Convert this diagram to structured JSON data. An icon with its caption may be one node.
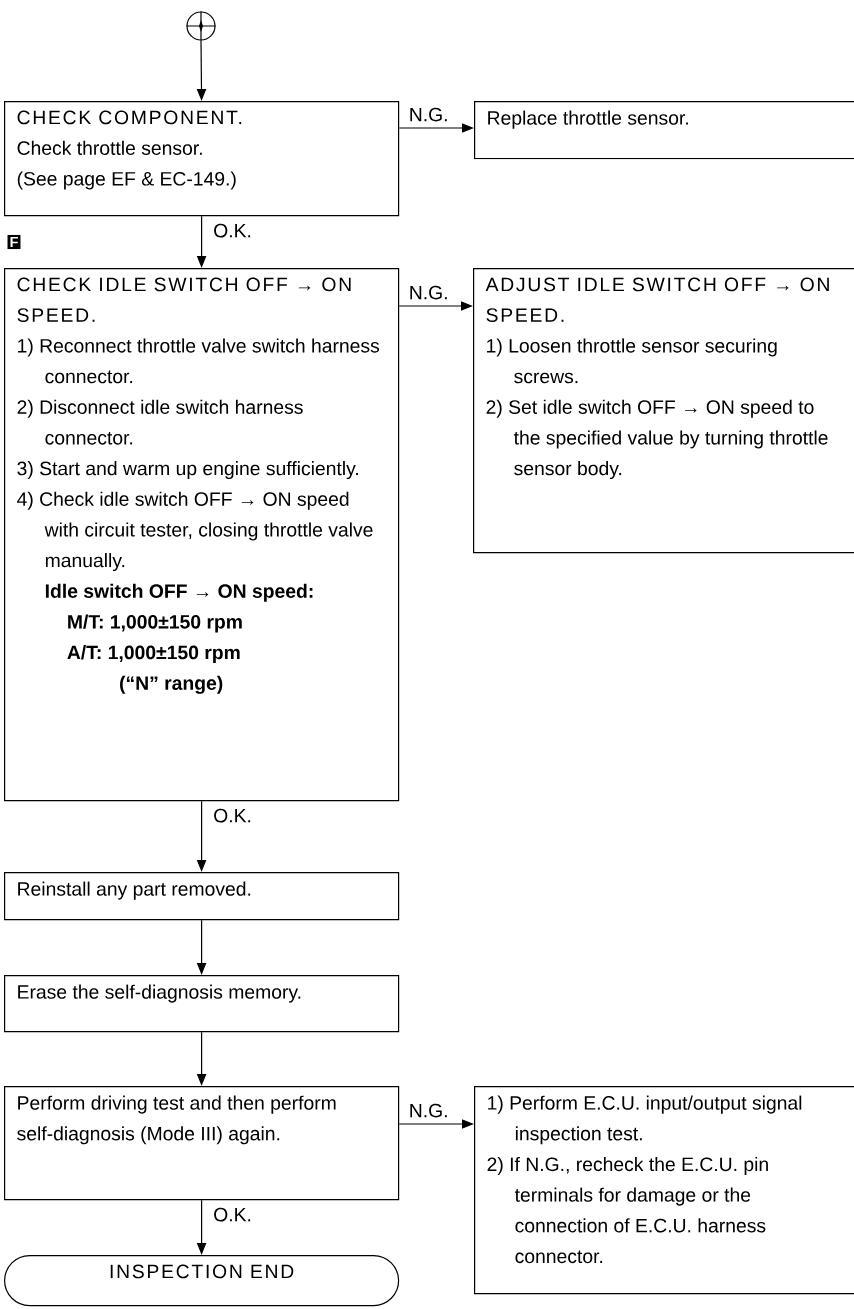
{
  "diagram": {
    "nodes": [
      {
        "text": [],
        "shape": "circle"
      },
      {
        "text": [
          "CHECK COMPONENT.",
          "Check throttle sensor.",
          "(See page EF & EC-149.)"
        ]
      },
      {
        "text": [
          "Replace throttle sensor."
        ]
      },
      {
        "text": [
          "CHECK IDLE SWITCH OFF → ON SPEED.",
          "1) Reconnect throttle valve switch harness connector.",
          "2) Disconnect idle switch harness connector.",
          "3) Start and warm up engine sufficiently.",
          "4) Check idle switch OFF → ON speed with circuit tester, closing throttle valve manually.",
          "Idle switch OFF → ON speed:",
          "M/T: 1,000±150 rpm",
          "A/T: 1,000±150 rpm",
          "(“N” range)"
        ]
      },
      {
        "text": [
          "ADJUST IDLE SWITCH OFF → ON SPEED.",
          "1) Loosen throttle sensor securing screws.",
          "2) Set idle switch OFF → ON speed to the specified value by turning throttle sensor body."
        ]
      },
      {
        "text": [
          "Reinstall any part removed."
        ]
      },
      {
        "text": [
          "Erase the self-diagnosis memory."
        ]
      },
      {
        "text": [
          "Perform driving test and then perform self-diagnosis (Mode III) again."
        ]
      },
      {
        "text": [
          "1) Perform E.C.U. input/output signal inspection test.",
          "2) If N.G., recheck the E.C.U. pin terminals for damage or the connection of E.C.U. harness connector."
        ]
      },
      {
        "text": [
          "INSPECTION END"
        ]
      }
    ],
    "edges": [
      {
        "from": 0,
        "to": 1,
        "arrow": "to"
      },
      {
        "from": 1,
        "to": 2,
        "arrow": "to",
        "label": "N.G."
      },
      {
        "from": 1,
        "to": 3,
        "arrow": "to",
        "label": "O.K."
      },
      {
        "from": 3,
        "to": 4,
        "arrow": "to",
        "label": "N.G."
      },
      {
        "from": 3,
        "to": 5,
        "arrow": "to",
        "label": "O.K."
      },
      {
        "from": 5,
        "to": 6,
        "arrow": "to"
      },
      {
        "from": 6,
        "to": 7,
        "arrow": "to"
      },
      {
        "from": 7,
        "to": 8,
        "arrow": "to",
        "label": "N.G."
      },
      {
        "from": 7,
        "to": 9,
        "arrow": "to",
        "label": "O.K."
      }
    ],
    "labels": [
      "F"
    ]
  }
}
